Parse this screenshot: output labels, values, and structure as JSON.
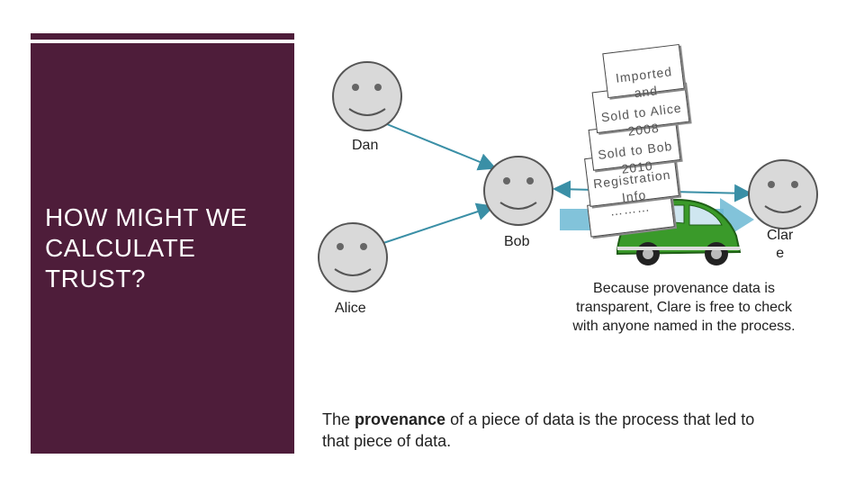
{
  "panel": {
    "title": "HOW MIGHT WE\n  CALCULATE\n  TRUST?"
  },
  "people": {
    "dan": "Dan",
    "alice": "Alice",
    "bob": "Bob",
    "clare": "Clar\ne"
  },
  "cards": {
    "imported": "Imported\nand",
    "sold_alice": "Sold to Alice\n2008",
    "sold_bob": "Sold to Bob\n2010",
    "registration": "Registration\nInfo",
    "dots": "………"
  },
  "note": "Because provenance data is\ntransparent, Clare is free to check\nwith anyone named in the process.",
  "footer": {
    "pre": "The ",
    "bold": "provenance",
    "post": " of a piece of data is the process that led to that piece of data."
  },
  "colors": {
    "panel": "#4e1d3a",
    "face": "#d9d9d9",
    "arrow": "#3a8fa6",
    "car": "#3a9a2a"
  }
}
